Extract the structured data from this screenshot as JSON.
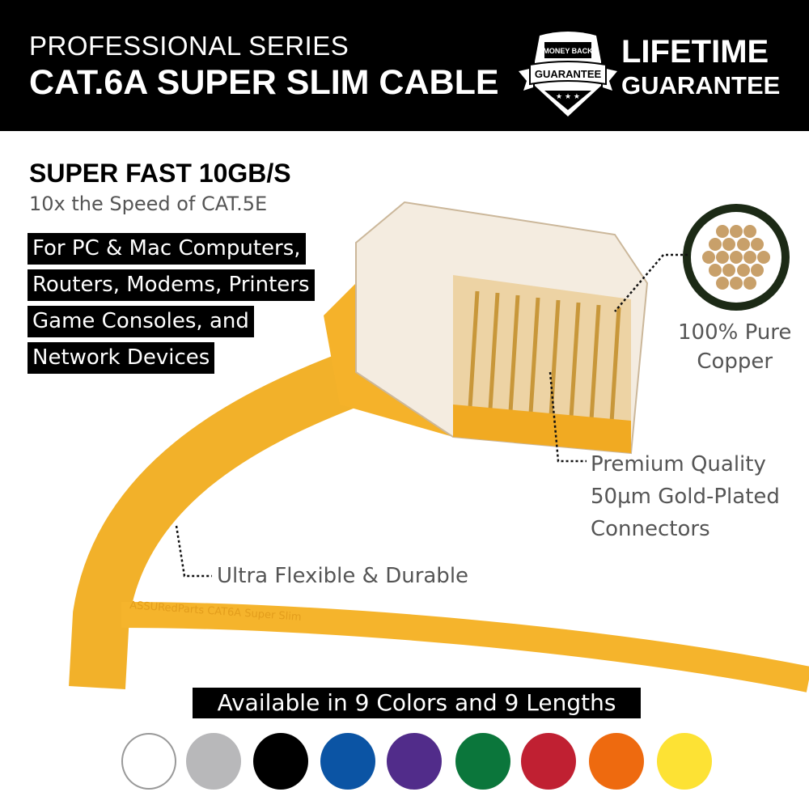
{
  "header": {
    "series": "PROFESSIONAL SERIES",
    "title": "CAT.6A SUPER SLIM CABLE",
    "badge_top": "MONEY BACK",
    "badge_main": "GUARANTEE",
    "lifetime_line1": "LIFETIME",
    "lifetime_line2": "GUARANTEE"
  },
  "features": {
    "speed_title": "SUPER FAST 10GB/S",
    "speed_sub": "10x the Speed of CAT.5E",
    "compat": [
      "For PC & Mac Computers,",
      "Routers, Modems, Printers",
      "Game Consoles, and",
      "Network Devices"
    ]
  },
  "callouts": {
    "copper": [
      "100% Pure",
      "Copper"
    ],
    "connectors": [
      "Premium Quality",
      "50µm Gold-Plated",
      "Connectors"
    ],
    "flexible": "Ultra Flexible & Durable"
  },
  "cable_print": "ASSURedParts CAT6A Super Slim",
  "colors": {
    "label": "Available in 9 Colors and 9 Lengths",
    "swatches": [
      {
        "name": "white",
        "hex": "#ffffff"
      },
      {
        "name": "gray",
        "hex": "#b8b8ba"
      },
      {
        "name": "black",
        "hex": "#000000"
      },
      {
        "name": "blue",
        "hex": "#0b54a4"
      },
      {
        "name": "purple",
        "hex": "#512c8a"
      },
      {
        "name": "green",
        "hex": "#0b763b"
      },
      {
        "name": "red",
        "hex": "#c02032"
      },
      {
        "name": "orange",
        "hex": "#ee6a0f"
      },
      {
        "name": "yellow",
        "hex": "#fde234"
      }
    ]
  },
  "cable_color": "#f7b52c"
}
